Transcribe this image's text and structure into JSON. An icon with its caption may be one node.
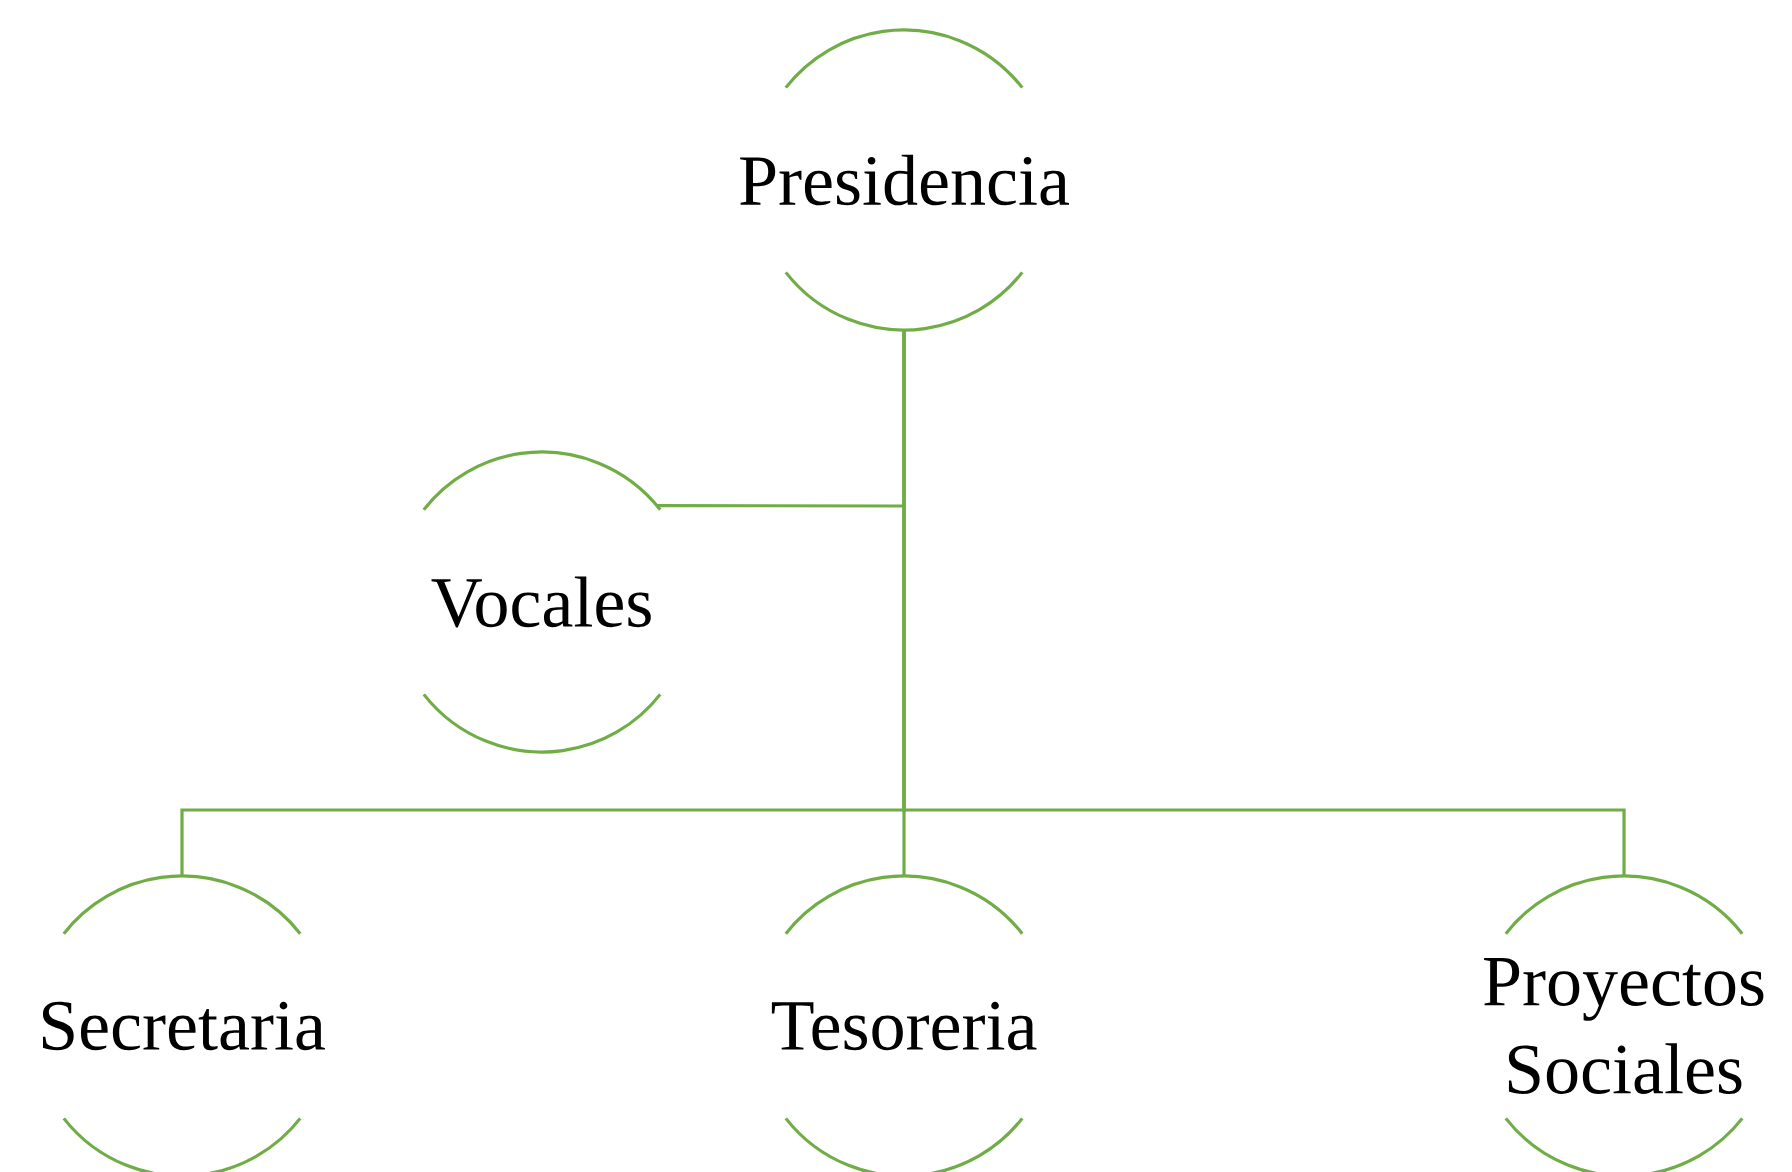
{
  "diagram": {
    "nodes": [
      {
        "text": [
          "Presidencia"
        ]
      },
      {
        "text": [
          "Vocales"
        ]
      },
      {
        "text": [
          "Secretaria"
        ]
      },
      {
        "text": [
          "Tesoreria"
        ]
      },
      {
        "text": [
          "Proyectos Sociales"
        ]
      }
    ],
    "edges": [
      {
        "from": 0,
        "to": 1,
        "arrow": "none"
      },
      {
        "from": 0,
        "to": 2,
        "arrow": "none"
      },
      {
        "from": 0,
        "to": 3,
        "arrow": "none"
      },
      {
        "from": 0,
        "to": 4,
        "arrow": "none"
      }
    ]
  }
}
